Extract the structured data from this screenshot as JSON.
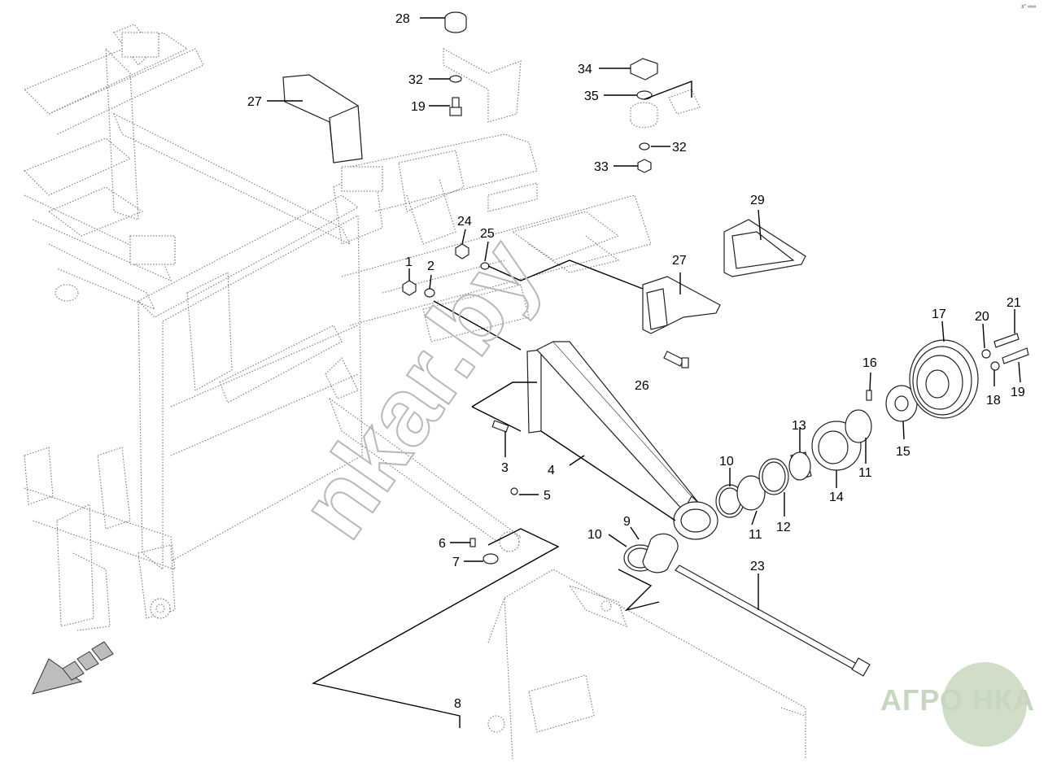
{
  "watermark": "nkar.by",
  "corner_mark": "з° ∞∞",
  "brand": {
    "text": "АГРО НКА",
    "circle_color": "#a9c39b",
    "text_color": "#c7d7bf"
  },
  "callouts": [
    "28",
    "32",
    "19",
    "27",
    "34",
    "35",
    "32",
    "33",
    "29",
    "24",
    "25",
    "27",
    "1",
    "2",
    "26",
    "21",
    "20",
    "17",
    "16",
    "18",
    "19",
    "13",
    "3",
    "4",
    "10",
    "11",
    "12",
    "14",
    "11",
    "15",
    "5",
    "9",
    "10",
    "6",
    "7",
    "23",
    "8"
  ]
}
